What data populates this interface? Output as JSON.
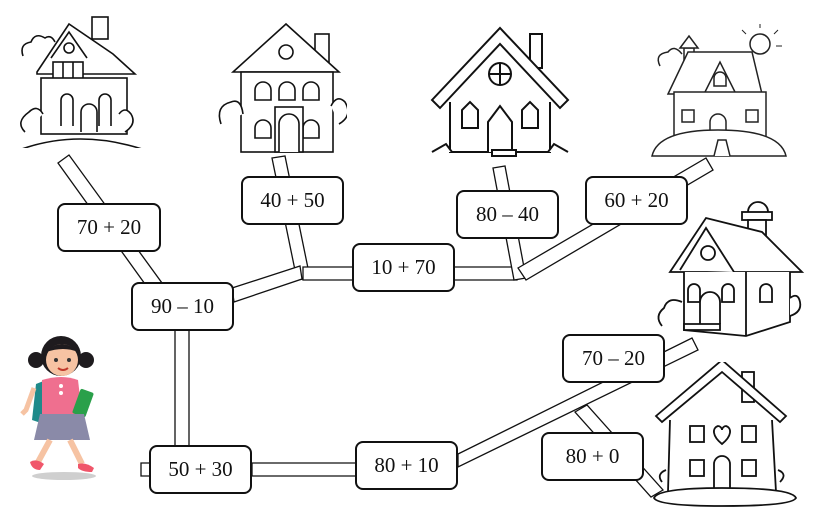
{
  "puzzle": {
    "description": "Maze path: girl walks along roads of math expressions to reach houses",
    "expressions": [
      {
        "id": "e1",
        "label": "70 + 20"
      },
      {
        "id": "e2",
        "label": "40 + 50"
      },
      {
        "id": "e3",
        "label": "80 – 40"
      },
      {
        "id": "e4",
        "label": "60 + 20"
      },
      {
        "id": "e5",
        "label": "10 + 70"
      },
      {
        "id": "e6",
        "label": "90 – 10"
      },
      {
        "id": "e7",
        "label": "50 + 30"
      },
      {
        "id": "e8",
        "label": "80 + 10"
      },
      {
        "id": "e9",
        "label": "70 – 20"
      },
      {
        "id": "e10",
        "label": "80 + 0"
      }
    ],
    "houses": [
      {
        "id": "h1",
        "icon": "cottage-house-icon"
      },
      {
        "id": "h2",
        "icon": "two-story-house-icon"
      },
      {
        "id": "h3",
        "icon": "gabled-house-icon"
      },
      {
        "id": "h4",
        "icon": "house-with-sun-icon"
      },
      {
        "id": "h5",
        "icon": "gingerbread-house-icon"
      },
      {
        "id": "h6",
        "icon": "heart-house-icon"
      }
    ],
    "character": {
      "icon": "schoolgirl-icon"
    }
  },
  "colors": {
    "line": "#111111",
    "skin": "#f6c3a3",
    "hair": "#1e1b1e",
    "shirt": "#ef6f8f",
    "skirt": "#8a8aa8",
    "backpack": "#1f8a8a",
    "book": "#2aa04a",
    "shoes": "#f0566a"
  }
}
